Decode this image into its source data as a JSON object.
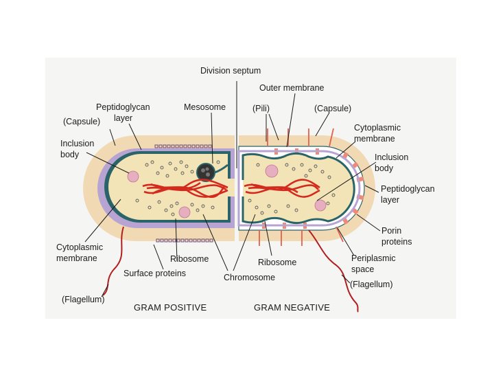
{
  "labels": {
    "division_septum": "Division septum",
    "outer_membrane": "Outer membrane",
    "pili": "(Pili)",
    "capsule_right": "(Capsule)",
    "peptidoglycan_left_1": "Peptidoglycan",
    "peptidoglycan_left_2": "layer",
    "capsule_left": "(Capsule)",
    "mesosome": "Mesosome",
    "inclusion_left_1": "Inclusion",
    "inclusion_left_2": "body",
    "cytoplasmic_right_1": "Cytoplasmic",
    "cytoplasmic_right_2": "membrane",
    "inclusion_right_1": "Inclusion",
    "inclusion_right_2": "body",
    "peptidoglycan_right_1": "Peptidoglycan",
    "peptidoglycan_right_2": "layer",
    "porin_1": "Porin",
    "porin_2": "proteins",
    "periplasmic_1": "Periplasmic",
    "periplasmic_2": "space",
    "cytoplasmic_left_1": "Cytoplasmic",
    "cytoplasmic_left_2": "membrane",
    "ribosome_left": "Ribosome",
    "ribosome_right": "Ribosome",
    "surface_proteins": "Surface proteins",
    "chromosome": "Chromosome",
    "flagellum_left": "(Flagellum)",
    "flagellum_right": "(Flagellum)"
  },
  "captions": {
    "gram_positive": "GRAM POSITIVE",
    "gram_negative": "GRAM NEGATIVE"
  },
  "colors": {
    "panel_bg": "#f5f5f3",
    "capsule": "#f1d9b4",
    "peptidoglycan": "#b7a4d2",
    "cytoplasm": "#f3e4b8",
    "membrane": "#2a6468",
    "chromosome": "#d42a1e",
    "inclusion": "#e7aec0",
    "porin": "#ee8a78",
    "ribosome": "#555555"
  }
}
